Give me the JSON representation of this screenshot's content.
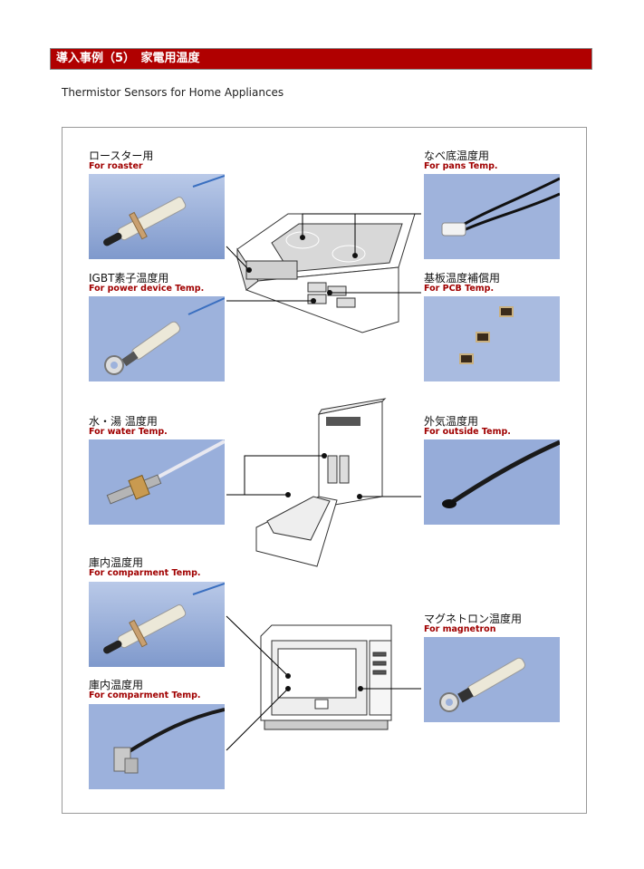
{
  "header": {
    "title": "導入事例（5）　家電用温度"
  },
  "subtitle": "Thermistor Sensors for Home Appliances",
  "sensors": {
    "roaster": {
      "ja": "ロースター用",
      "en": "For roaster"
    },
    "pans": {
      "ja": "なべ底温度用",
      "en": "For pans Temp."
    },
    "igbt": {
      "ja": "IGBT素子温度用",
      "en": "For power device Temp."
    },
    "pcb": {
      "ja": "基板温度補償用",
      "en": "For PCB Temp."
    },
    "water": {
      "ja": "水・湯 温度用",
      "en": "For water Temp."
    },
    "outside": {
      "ja": "外気温度用",
      "en": "For outside Temp."
    },
    "compartment1": {
      "ja": "庫内温度用",
      "en": "For comparment Temp."
    },
    "magnetron": {
      "ja": "マグネトロン温度用",
      "en": "For magnetron"
    },
    "compartment2": {
      "ja": "庫内温度用",
      "en": "For comparment Temp."
    }
  },
  "colors": {
    "header_bg": "#b00000",
    "label_red": "#a00000",
    "photo_bg": "#8fa8d6"
  }
}
